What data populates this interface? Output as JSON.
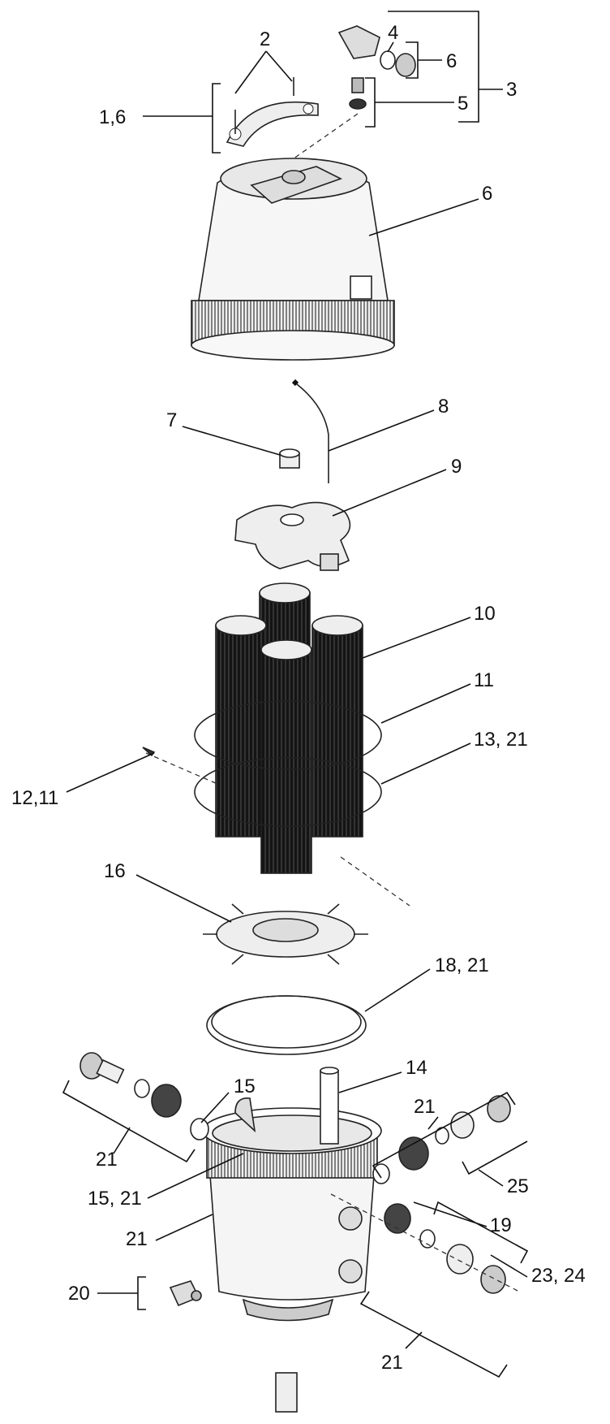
{
  "callouts": {
    "c2": "2",
    "c1_6": "1,6",
    "c4": "4",
    "c6a": "6",
    "c3": "3",
    "c5": "5",
    "c6b": "6",
    "c8": "8",
    "c7": "7",
    "c9": "9",
    "c10": "10",
    "c11": "11",
    "c13_21": "13, 21",
    "c12_11": "12,11",
    "c16": "16",
    "c18_21": "18, 21",
    "c14": "14",
    "c15": "15",
    "c21a": "21",
    "c15_21": "15, 21",
    "c21b": "21",
    "c25": "25",
    "c21c": "21",
    "c19": "19",
    "c20": "20",
    "c23_24": "23, 24",
    "c21d": "21"
  },
  "parts": [
    {
      "name": "lid-clamp",
      "icon": "clamp-arc-icon"
    },
    {
      "name": "screws",
      "icon": "screw-icon"
    },
    {
      "name": "air-relief-valve",
      "icon": "valve-icon"
    },
    {
      "name": "tank-lid",
      "icon": "dome-lid-icon"
    },
    {
      "name": "air-tube",
      "icon": "tube-icon"
    },
    {
      "name": "manifold",
      "icon": "manifold-icon"
    },
    {
      "name": "cartridges",
      "icon": "cartridge-icon"
    },
    {
      "name": "retainer-band",
      "icon": "ring-icon"
    },
    {
      "name": "o-ring",
      "icon": "o-ring-icon"
    },
    {
      "name": "tank-base",
      "icon": "tank-base-icon"
    },
    {
      "name": "unions",
      "icon": "union-fitting-icon"
    }
  ],
  "colors": {
    "line": "#111111",
    "cartridge": "#1a1a1a",
    "body": "#f2f2f2",
    "ribs": "#555555"
  }
}
